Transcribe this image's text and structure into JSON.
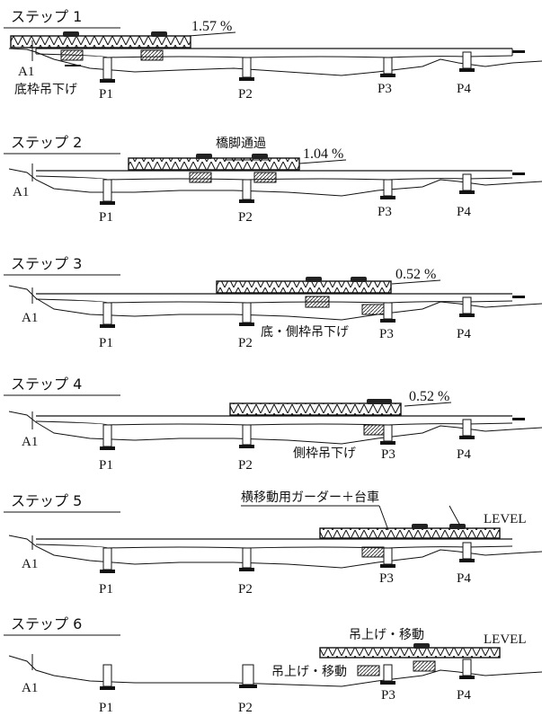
{
  "steps": [
    {
      "title": "ステップ 1",
      "gradient": "1.57 %",
      "piers": [
        "A1",
        "P1",
        "P2",
        "P3",
        "P4"
      ],
      "notes": [
        "底枠吊下げ"
      ]
    },
    {
      "title": "ステップ 2",
      "gradient": "1.04 %",
      "piers": [
        "A1",
        "P1",
        "P2",
        "P3",
        "P4"
      ],
      "notes": [
        "橋脚通過"
      ]
    },
    {
      "title": "ステップ 3",
      "gradient": "0.52 %",
      "piers": [
        "A1",
        "P1",
        "P2",
        "P3",
        "P4"
      ],
      "notes": [
        "底・側枠吊下げ"
      ]
    },
    {
      "title": "ステップ 4",
      "gradient": "0.52 %",
      "piers": [
        "A1",
        "P1",
        "P2",
        "P3",
        "P4"
      ],
      "notes": [
        "側枠吊下げ"
      ]
    },
    {
      "title": "ステップ 5",
      "gradient": "LEVEL",
      "piers": [
        "A1",
        "P1",
        "P2",
        "P3",
        "P4"
      ],
      "notes": [
        "横移動用ガーダー＋台車"
      ]
    },
    {
      "title": "ステップ 6",
      "gradient": "LEVEL",
      "piers": [
        "A1",
        "P1",
        "P2",
        "P3",
        "P4"
      ],
      "notes": [
        "吊上げ・移動",
        "吊上げ・移動"
      ]
    }
  ]
}
